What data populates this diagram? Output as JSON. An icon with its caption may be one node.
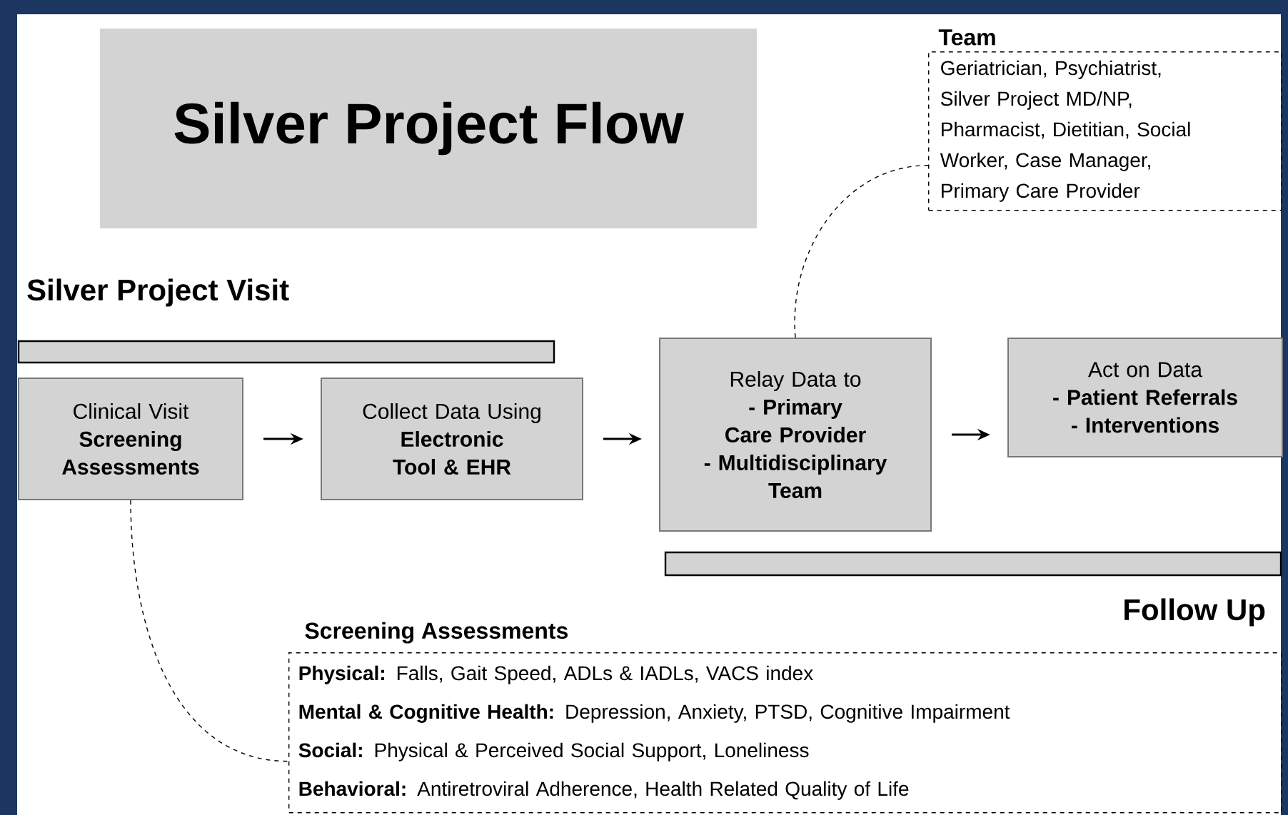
{
  "diagram": {
    "title": "Silver Project Flow",
    "nodes": [
      {
        "text": [
          "Clinical Visit",
          "Screening Assessments"
        ]
      },
      {
        "text": [
          "Collect Data Using",
          "Electronic Tool & EHR"
        ]
      },
      {
        "text": [
          "Relay Data to",
          "- Primary Care Provider",
          "- Multidisciplinary Team"
        ]
      },
      {
        "text": [
          "Act on Data",
          "- Patient Referrals",
          "- Interventions"
        ]
      },
      {
        "text": [
          "Team",
          "Geriatrician, Psychiatrist, Silver Project MD/NP, Pharmacist, Dietitian, Social Worker, Case Manager, Primary Care Provider"
        ]
      },
      {
        "text": [],
        "shape": "bar"
      },
      {
        "text": [],
        "shape": "bar"
      },
      {
        "text": [
          "Screening Assessments",
          "**Physical:** Falls, Gait Speed, ADLs & IADLs, VACS index",
          "**Mental & Cognitive Health:** Depression, Anxiety, PTSD, Cognitive Impairment",
          "**Social:** Physical & Perceived Social Support, Loneliness",
          "**Behavioral:** Antiretroviral Adherence, Health Related Quality of Life"
        ]
      }
    ],
    "edges": [
      {
        "from": 0,
        "to": 1,
        "arrow": "to"
      },
      {
        "from": 1,
        "to": 2,
        "arrow": "to"
      },
      {
        "from": 2,
        "to": 3,
        "arrow": "to"
      },
      {
        "from": 2,
        "to": 4,
        "arrow": "none",
        "style": "dashed"
      },
      {
        "from": 0,
        "to": 7,
        "arrow": "none",
        "style": "dashed"
      }
    ],
    "labels": [
      "Silver Project Visit",
      "Follow Up"
    ]
  }
}
